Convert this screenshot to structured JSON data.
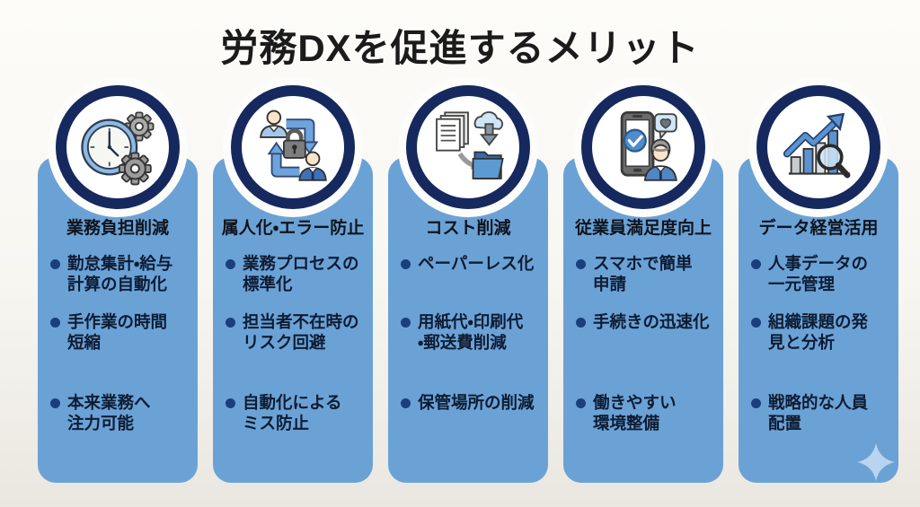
{
  "title": "労務DXを促進するメリット",
  "colors": {
    "accent_navy": "#16295e",
    "card_blue": "#6ba2d6",
    "bullet_dot_navy": "#1b3e7d",
    "text_dark": "#0e1c33",
    "sparkle_light_blue": "#b9d4ee",
    "background": "#f8f6f1"
  },
  "columns": [
    {
      "icon": "clock-gears-icon",
      "heading": "業務負担削減",
      "bullets": [
        "勤怠集計・給与\n計算の自動化",
        "手作業の時間\n短縮",
        "本来業務へ\n注力可能"
      ]
    },
    {
      "icon": "people-cycle-lock-icon",
      "heading": "属人化・エラー防止",
      "bullets": [
        "業務プロセスの\n標準化",
        "担当者不在時の\nリスク回避",
        "自動化による\nミス防止"
      ]
    },
    {
      "icon": "documents-cloud-folder-icon",
      "heading": "コスト削減",
      "bullets": [
        "ペーパーレス化",
        "用紙代・印刷代\n・郵送費削減",
        "保管場所の削減"
      ]
    },
    {
      "icon": "smartphone-approval-person-icon",
      "heading": "従業員満足度向上",
      "bullets": [
        "スマホで簡単\n申請",
        "手続きの迅速化",
        "働きやすい\n環境整備"
      ]
    },
    {
      "icon": "chart-growth-magnifier-icon",
      "heading": "データ経営活用",
      "bullets": [
        "人事データの\n一元管理",
        "組織課題の発\n見と分析",
        "戦略的な人員\n配置"
      ]
    }
  ]
}
